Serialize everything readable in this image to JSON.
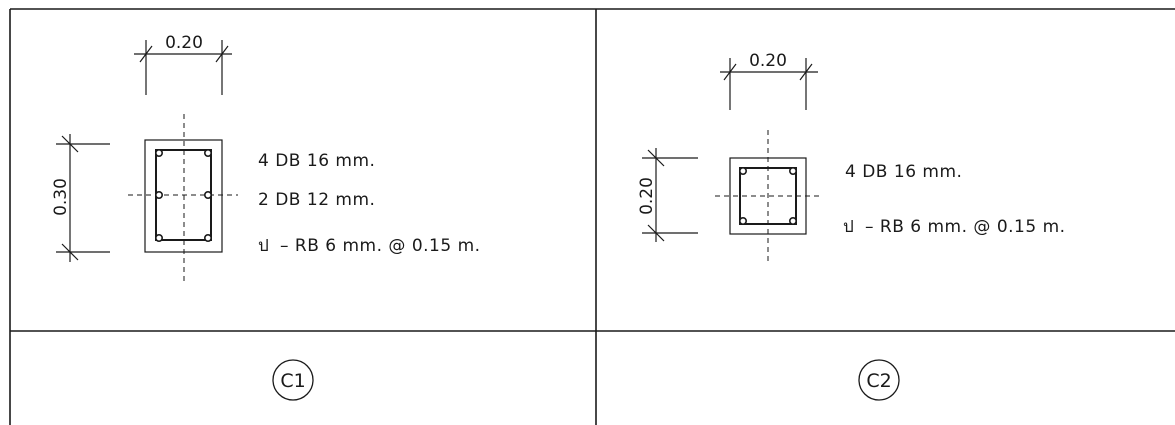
{
  "panels": [
    {
      "id": "C1",
      "label": "C1",
      "dim_width": "0.20",
      "dim_height": "0.30",
      "main_bars": "4 DB 16 mm.",
      "side_bars": "2 DB 12 mm.",
      "stirrup_prefix": "ป",
      "stirrup": "– RB 6 mm. @ 0.15 m."
    },
    {
      "id": "C2",
      "label": "C2",
      "dim_width": "0.20",
      "dim_height": "0.20",
      "main_bars": "4 DB 16 mm.",
      "stirrup_prefix": "ป",
      "stirrup": "– RB 6 mm. @ 0.15 m."
    }
  ]
}
